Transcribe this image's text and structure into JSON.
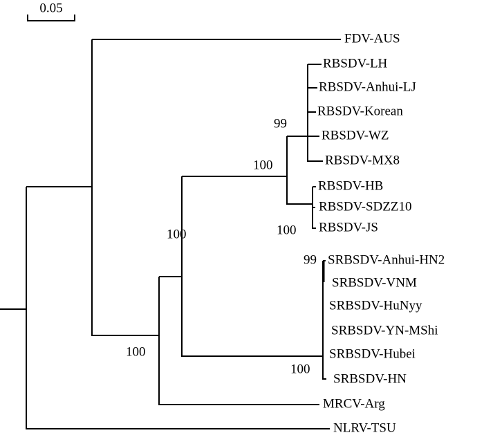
{
  "scale_bar": {
    "label": "0.05"
  },
  "leaves": {
    "fdv_aus": "FDV-AUS",
    "rbsdv_lh": "RBSDV-LH",
    "rbsdv_anhui_lj": "RBSDV-Anhui-LJ",
    "rbsdv_korean": "RBSDV-Korean",
    "rbsdv_wz": "RBSDV-WZ",
    "rbsdv_mx8": "RBSDV-MX8",
    "rbsdv_hb": "RBSDV-HB",
    "rbsdv_sdzz10": "RBSDV-SDZZ10",
    "rbsdv_js": "RBSDV-JS",
    "srbsdv_anhui_hn2": "SRBSDV-Anhui-HN2",
    "srbsdv_vnm": "SRBSDV-VNM",
    "srbsdv_hunyy": "SRBSDV-HuNyy",
    "srbsdv_yn_mshi": "SRBSDV-YN-MShi",
    "srbsdv_hubei": "SRBSDV-Hubei",
    "srbsdv_hn": "SRBSDV-HN",
    "mrcv_arg": "MRCV-Arg",
    "nlrv_tsu": "NLRV-TSU"
  },
  "bootstrap": {
    "rbsdv_a": "99",
    "rbsdv": "100",
    "rbsdv_b": "100",
    "rbsdv_srbsdv": "100",
    "ingroup": "100",
    "srbsdv_a": "99",
    "srbsdv": "100"
  }
}
